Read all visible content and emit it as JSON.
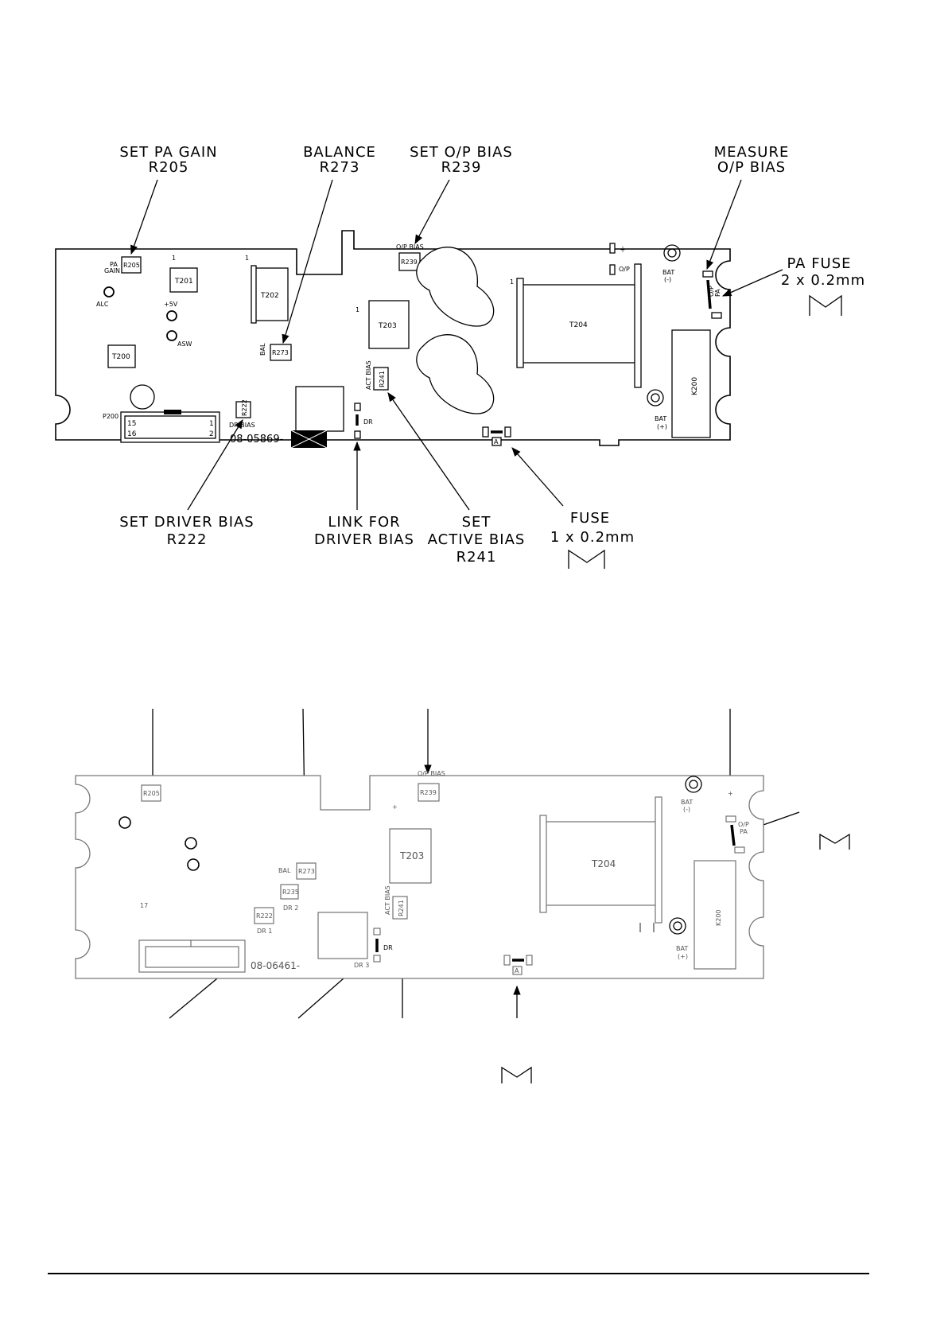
{
  "top_callouts": {
    "set_pa_gain": [
      "SET PA GAIN",
      "R205"
    ],
    "balance": [
      "BALANCE",
      "R273"
    ],
    "set_op_bias": [
      "SET O/P BIAS",
      "R239"
    ],
    "measure_op_bias": [
      "MEASURE",
      "O/P BIAS"
    ],
    "pa_fuse": [
      "PA FUSE",
      "2 x 0.2mm"
    ],
    "set_driver_bias": [
      "SET DRIVER BIAS",
      "R222"
    ],
    "link_driver_bias": [
      "LINK FOR",
      "DRIVER BIAS"
    ],
    "set_active_bias": [
      "SET",
      "ACTIVE BIAS",
      "R241"
    ],
    "fuse": [
      "FUSE",
      "1 x 0.2mm"
    ]
  },
  "top_board": {
    "pa_gain_label": [
      "PA",
      "GAIN"
    ],
    "r205": "R205",
    "t201": "T201",
    "pin1_a": "1",
    "pin1_b": "1",
    "pin1_c": "1",
    "pin1_d": "1",
    "t202": "T202",
    "alc": "ALC",
    "plus5v": "+5V",
    "asw": "ASW",
    "t200": "T200",
    "bal": "BAL",
    "r273": "R273",
    "op_bias": "O/P BIAS",
    "r239": "R239",
    "t203": "T203",
    "act_bias": "ACT BIAS",
    "r241": "R241",
    "t204": "T204",
    "op": "O/P",
    "bat_minus": [
      "BAT",
      "(-)"
    ],
    "op_pa": [
      "O/P",
      "PA"
    ],
    "k200": "K200",
    "bat_plus": [
      "BAT",
      "(+)"
    ],
    "p200": "P200",
    "conn_15": "15",
    "conn_16": "16",
    "conn_1": "1",
    "conn_2": "2",
    "r222": "R222",
    "dr_bias": "DR BIAS",
    "part_no": "08-05869-",
    "dr": "DR",
    "fuse_a": "A"
  },
  "bottom_board": {
    "r205": "R205",
    "op_bias": "O/P BIAS",
    "r239": "R239",
    "plus_a": "+",
    "plus_b": "+",
    "bat_minus": [
      "BAT",
      "(-)"
    ],
    "op_pa": [
      "O/P",
      "PA"
    ],
    "t203": "T203",
    "t204": "T204",
    "bal": "BAL",
    "r273": "R273",
    "r235": "R235",
    "dr2": "DR 2",
    "r222": "R222",
    "dr1": "DR 1",
    "act_bias": "ACT BIAS",
    "r241": "R241",
    "k200": "K200",
    "bat_plus": [
      "BAT",
      "(+)"
    ],
    "dr": "DR",
    "dr3": "DR 3",
    "part_no": "08-06461-",
    "fuse_a": "A",
    "mark_17": "17"
  }
}
